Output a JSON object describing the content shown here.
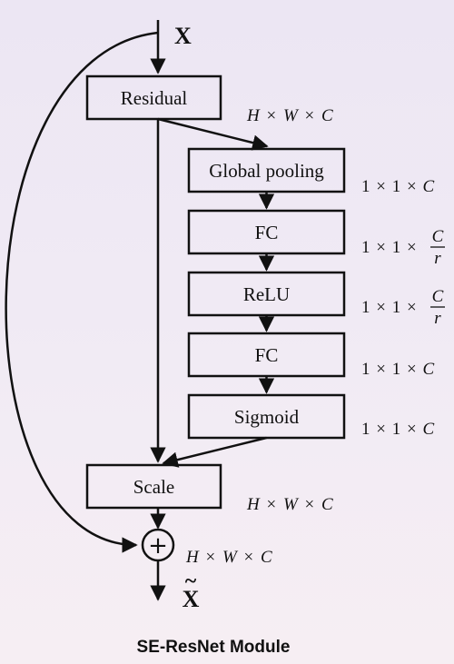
{
  "input_label": "X",
  "output_label": "X",
  "output_accent": "~",
  "caption": "SE-ResNet Module",
  "blocks": {
    "residual": "Residual",
    "global_pooling": "Global pooling",
    "fc1": "FC",
    "relu": "ReLU",
    "fc2": "FC",
    "sigmoid": "Sigmoid",
    "scale": "Scale"
  },
  "plus_symbol": "+",
  "dims": {
    "residual": {
      "a": "H",
      "b": "W",
      "c": "C"
    },
    "global_pooling": {
      "a": "1",
      "b": "1",
      "c": "C"
    },
    "fc1": {
      "a": "1",
      "b": "1",
      "num": "C",
      "den": "r"
    },
    "relu": {
      "a": "1",
      "b": "1",
      "num": "C",
      "den": "r"
    },
    "fc2": {
      "a": "1",
      "b": "1",
      "c": "C"
    },
    "sigmoid": {
      "a": "1",
      "b": "1",
      "c": "C"
    },
    "scale": {
      "a": "H",
      "b": "W",
      "c": "C"
    },
    "sum": {
      "a": "H",
      "b": "W",
      "c": "C"
    }
  },
  "times": "×"
}
